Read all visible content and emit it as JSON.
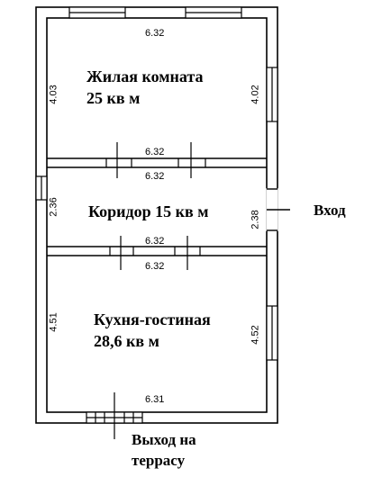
{
  "rooms": {
    "living": {
      "name": "Жилая комната",
      "area": "25 кв м"
    },
    "corridor": {
      "label": "Коридор 15 кв м"
    },
    "kitchen": {
      "name": "Кухня-гостиная",
      "area": "28,6 кв м"
    }
  },
  "labels": {
    "entrance": "Вход",
    "terrace_line1": "Выход на",
    "terrace_line2": "террасу"
  },
  "dimensions": {
    "living_top": "6.32",
    "living_left": "4.03",
    "living_right": "4.02",
    "corridor_top_wall_upper": "6.32",
    "corridor_top_wall_lower": "6.32",
    "corridor_left": "2.36",
    "corridor_right": "2.38",
    "kitchen_top_wall_upper": "6.32",
    "kitchen_top_wall_lower": "6.32",
    "kitchen_left": "4.51",
    "kitchen_right": "4.52",
    "kitchen_bottom": "6.31"
  },
  "colors": {
    "wall": "#000000",
    "background": "#ffffff"
  }
}
